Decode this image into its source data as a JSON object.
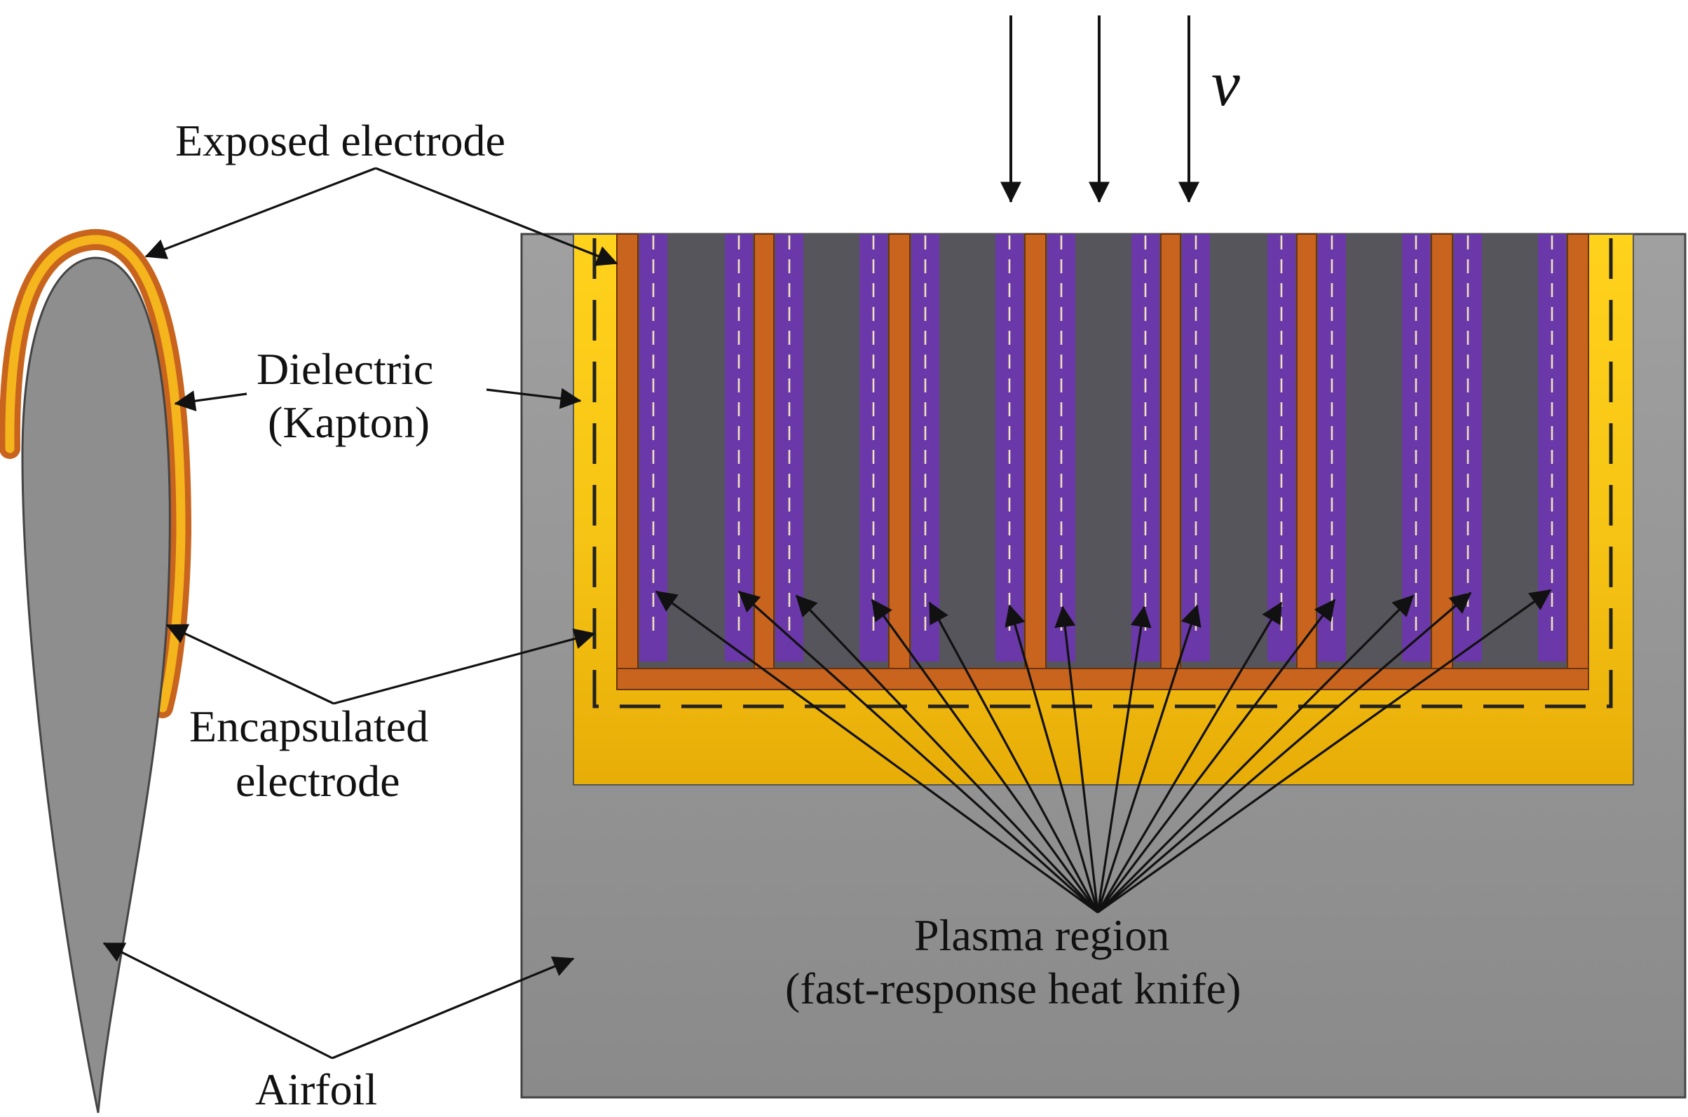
{
  "labels": {
    "exposed_electrode": "Exposed electrode",
    "dielectric_line1": "Dielectric",
    "dielectric_line2": "(Kapton)",
    "encapsulated_line1": "Encapsulated",
    "encapsulated_line2": "electrode",
    "airfoil": "Airfoil",
    "plasma_line1": "Plasma region",
    "plasma_line2": "(fast-response heat knife)",
    "velocity_symbol": "v"
  },
  "colors": {
    "airfoil_gray": "#8e8e8e",
    "dielectric_yellow": "#f5c518",
    "electrode_orange": "#c8641e",
    "plasma_purple": "#6a38a8",
    "gap_gray": "#55555b",
    "line_black": "#111111"
  },
  "counts": {
    "flow_arrows": 3,
    "exposed_electrode_bars": 8,
    "plasma_pointer_arrows": 14
  }
}
